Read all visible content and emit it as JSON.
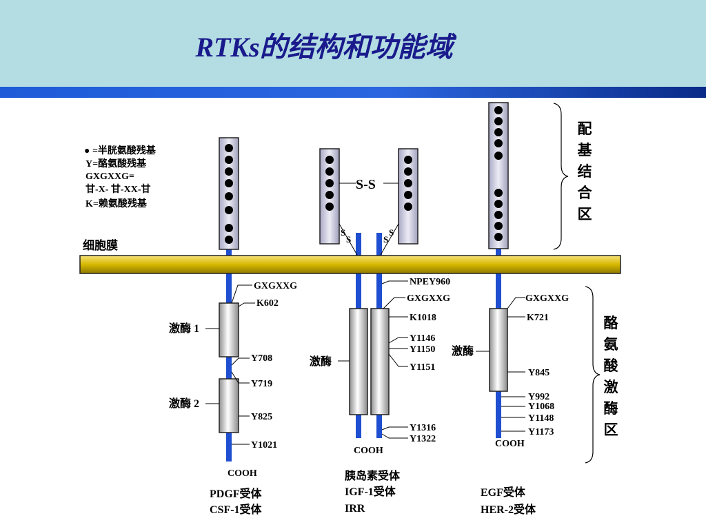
{
  "title": "RTKs的结构和功能域",
  "legend": {
    "line1": "● =半胱氨酸残基",
    "line2": "Y=酪氨酸残基",
    "line3": "GXGXXG=",
    "line4": "甘-X- 甘-XX-甘",
    "line5": "K=赖氨酸残基"
  },
  "membrane_label": "细胞膜",
  "brace_ligand": [
    "配",
    "基",
    "结",
    "合",
    "区"
  ],
  "brace_kinase": [
    "酪",
    "氨",
    "酸",
    "激",
    "酶",
    "区"
  ],
  "receptor1": {
    "kinase1": "激酶 1",
    "kinase2": "激酶 2",
    "motif": "GXGXXG",
    "k": "K602",
    "y708": "Y708",
    "y719": "Y719",
    "y825": "Y825",
    "y1021": "Y1021",
    "cooh": "COOH",
    "name1": "PDGF受体",
    "name2": "CSF-1受体"
  },
  "receptor2": {
    "ss_top": "S-S",
    "s_left1": "S",
    "s_left2": "S",
    "s_right1": "S",
    "s_right2": "S",
    "npey": "NPEY960",
    "motif": "GXGXXG",
    "k": "K1018",
    "y1146": "Y1146",
    "y1150": "Y1150",
    "y1151": "Y1151",
    "kinase": "激酶",
    "y1316": "Y1316",
    "y1322": "Y1322",
    "cooh": "COOH",
    "name1": "胰岛素受体",
    "name2": "IGF-1受体",
    "name3": "IRR"
  },
  "receptor3": {
    "motif": "GXGXXG",
    "k": "K721",
    "kinase": "激酶",
    "y845": "Y845",
    "y992": "Y992",
    "y1068": "Y1068",
    "y1148": "Y1148",
    "y1173": "Y1173",
    "cooh": "COOH",
    "name1": "EGF受体",
    "name2": "HER-2受体"
  },
  "colors": {
    "header_bg": "#b3dde3",
    "title": "#1a1a8c",
    "stem": "#1f4fd0",
    "membrane": "#d6b800"
  }
}
